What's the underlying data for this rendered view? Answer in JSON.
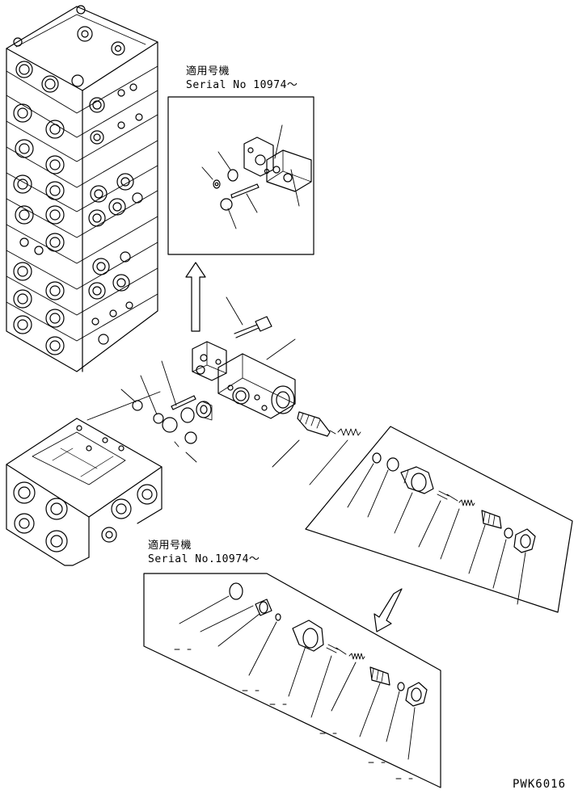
{
  "captions": {
    "top": {
      "applicable_machines": "適用号機",
      "serial": "Serial No 10974～"
    },
    "bottom": {
      "applicable_machines": "適用号機",
      "serial": "Serial No.10974～"
    }
  },
  "drawing_code": "PWK6016",
  "colors": {
    "line": "#000000",
    "paper": "#ffffff"
  }
}
